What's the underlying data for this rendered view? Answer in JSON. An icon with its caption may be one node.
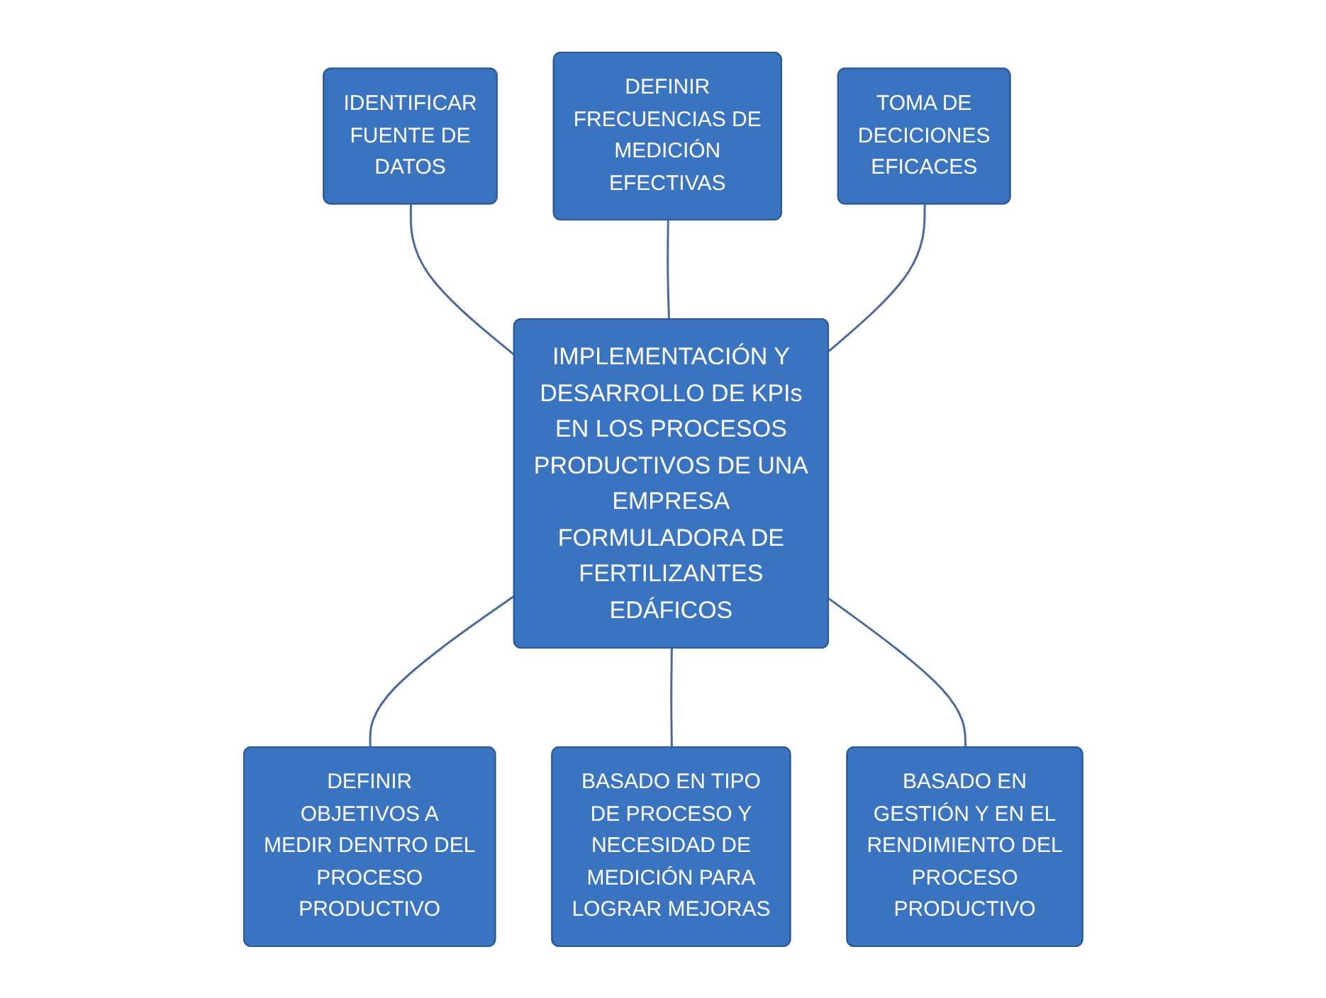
{
  "diagram": {
    "nodes": [
      {
        "text": [
          "IDENTIFICAR FUENTE DE DATOS"
        ]
      },
      {
        "text": [
          "DEFINIR FRECUENCIAS DE MEDICIÓN EFECTIVAS"
        ]
      },
      {
        "text": [
          "TOMA DE DECICIONES EFICACES"
        ]
      },
      {
        "text": [
          "IMPLEMENTACIÓN Y DESARROLLO DE KPIs EN LOS PROCESOS PRODUCTIVOS DE UNA EMPRESA FORMULADORA DE FERTILIZANTES EDÁFICOS"
        ]
      },
      {
        "text": [
          "DEFINIR OBJETIVOS A MEDIR DENTRO DEL PROCESO PRODUCTIVO"
        ]
      },
      {
        "text": [
          "BASADO EN TIPO DE PROCESO Y NECESIDAD DE MEDICIÓN PARA LOGRAR MEJORAS"
        ]
      },
      {
        "text": [
          "BASADO EN GESTIÓN Y EN EL RENDIMIENTO DEL PROCESO PRODUCTIVO"
        ]
      }
    ],
    "edges": [
      {
        "from": 0,
        "to": 3,
        "arrow": "none"
      },
      {
        "from": 1,
        "to": 3,
        "arrow": "none"
      },
      {
        "from": 2,
        "to": 3,
        "arrow": "none"
      },
      {
        "from": 3,
        "to": 4,
        "arrow": "none"
      },
      {
        "from": 3,
        "to": 5,
        "arrow": "none"
      },
      {
        "from": 3,
        "to": 6,
        "arrow": "none"
      }
    ]
  }
}
